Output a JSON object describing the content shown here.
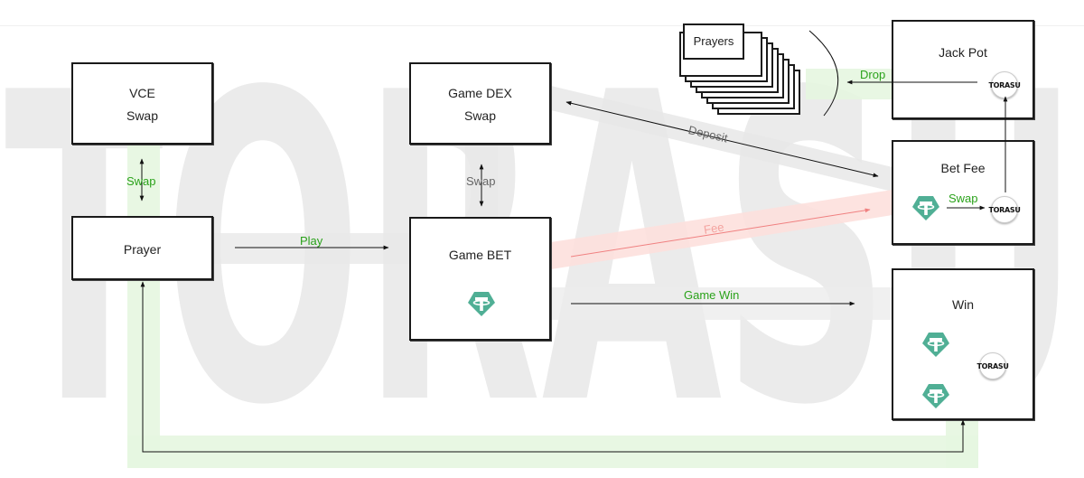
{
  "watermark": "TORASU",
  "nodes": {
    "vce": {
      "line1": "VCE",
      "line2": "Swap"
    },
    "game_dex": {
      "line1": "Game DEX",
      "line2": "Swap"
    },
    "prayer": {
      "label": "Prayer"
    },
    "game_bet": {
      "label": "Game BET"
    },
    "jack_pot": {
      "label": "Jack Pot"
    },
    "bet_fee": {
      "label": "Bet Fee"
    },
    "win": {
      "label": "Win"
    },
    "prayers_stack": {
      "label": "Prayers"
    }
  },
  "edges": {
    "vce_swap": "Swap",
    "dex_swap": "Swap",
    "play": "Play",
    "fee": "Fee",
    "deposit": "Deposit",
    "game_win": "Game Win",
    "drop": "Drop",
    "fee_swap": "Swap"
  },
  "tokens": {
    "torasu_label": "TORASU",
    "tether_icon": "tether-usdt-icon"
  },
  "colors": {
    "green_label": "#2aa21a",
    "fee_red": "#f08080",
    "tether_green": "#50af95",
    "highlight_green": "#e6f6e0"
  }
}
